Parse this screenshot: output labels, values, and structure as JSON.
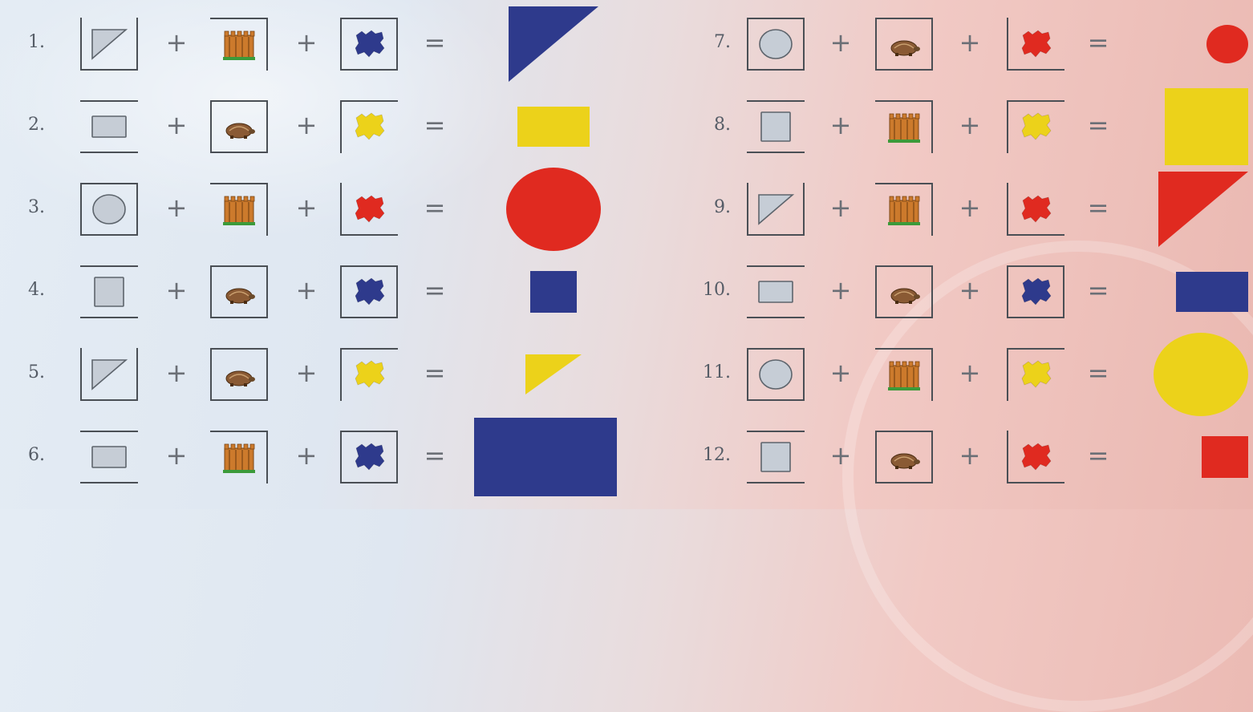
{
  "colors": {
    "blue": "#2e3a8c",
    "yellow": "#ecd21a",
    "red": "#e02a20",
    "grey": "#c6cdd6",
    "wood": "#cc7a2c",
    "turtle": "#8a5a34"
  },
  "symbols": {
    "plus": "+",
    "equals": "="
  },
  "rows": [
    {
      "n": "1.",
      "shape": "triangle",
      "size": "big",
      "color": "blue",
      "result": "blue-big-triangle"
    },
    {
      "n": "2.",
      "shape": "rect",
      "size": "small",
      "color": "yellow",
      "result": "yellow-small-rectangle"
    },
    {
      "n": "3.",
      "shape": "circle",
      "size": "big",
      "color": "red",
      "result": "red-big-circle"
    },
    {
      "n": "4.",
      "shape": "square",
      "size": "small",
      "color": "blue",
      "result": "blue-small-square"
    },
    {
      "n": "5.",
      "shape": "triangle",
      "size": "small",
      "color": "yellow",
      "result": "yellow-small-triangle"
    },
    {
      "n": "6.",
      "shape": "rect",
      "size": "big",
      "color": "blue",
      "result": "blue-big-rectangle"
    },
    {
      "n": "7.",
      "shape": "circle",
      "size": "small",
      "color": "red",
      "result": "red-small-circle"
    },
    {
      "n": "8.",
      "shape": "square",
      "size": "big",
      "color": "yellow",
      "result": "yellow-big-square"
    },
    {
      "n": "9.",
      "shape": "triangle",
      "size": "big",
      "color": "red",
      "result": "red-big-triangle"
    },
    {
      "n": "10.",
      "shape": "rect",
      "size": "small",
      "color": "blue",
      "result": "blue-small-rectangle"
    },
    {
      "n": "11.",
      "shape": "circle",
      "size": "big",
      "color": "yellow",
      "result": "yellow-big-circle"
    },
    {
      "n": "12.",
      "shape": "square",
      "size": "small",
      "color": "red",
      "result": "red-small-square"
    }
  ]
}
